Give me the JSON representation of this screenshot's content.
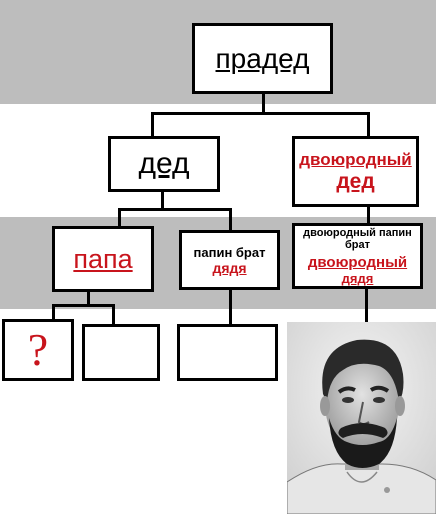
{
  "colors": {
    "band": "#bdbdbd",
    "red": "#c8141c",
    "line": "#000000"
  },
  "tree": {
    "great_grandfather": "прадед",
    "grandfather": "дед",
    "cousin_grandfather_line1": "двоюродный",
    "cousin_grandfather_line2": "дед",
    "father": "папа",
    "uncle_title": "папин брат",
    "uncle_role": "дядя",
    "cousin_uncle_title": "двоюродный папин брат",
    "cousin_uncle_role_line1": "двоюродный",
    "cousin_uncle_role_line2": "дядя",
    "unknown_mark": "?"
  },
  "photo": {
    "icon": "bearded-man-portrait-icon"
  }
}
